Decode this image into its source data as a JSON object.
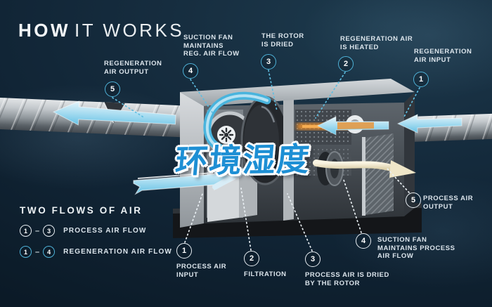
{
  "title": {
    "word_bold": "HOW",
    "word_light": "IT WORKS"
  },
  "overlay_text": "环境湿度",
  "legend": {
    "heading": "TWO FLOWS OF AIR",
    "rows": [
      {
        "start": "1",
        "end": "3",
        "label": "PROCESS AIR FLOW"
      },
      {
        "start": "1",
        "end": "4",
        "label": "REGENERATION AIR FLOW"
      }
    ]
  },
  "callouts": {
    "reg_output": {
      "num": "5",
      "label": "REGENERATION\nAIR OUTPUT"
    },
    "reg_fan": {
      "num": "4",
      "label": "SUCTION FAN\nMAINTAINS\nREG. AIR FLOW"
    },
    "rotor_dried": {
      "num": "3",
      "label": "THE ROTOR\nIS DRIED"
    },
    "reg_heated": {
      "num": "2",
      "label": "REGENERATION AIR\nIS HEATED"
    },
    "reg_input": {
      "num": "1",
      "label": "REGENERATION\nAIR INPUT"
    },
    "proc_input": {
      "num": "1",
      "label": "PROCESS AIR\nINPUT"
    },
    "filtration": {
      "num": "2",
      "label": "FILTRATION"
    },
    "proc_dried": {
      "num": "3",
      "label": "PROCESS AIR IS DRIED\nBY THE ROTOR"
    },
    "proc_fan": {
      "num": "4",
      "label": "SUCTION FAN\nMAINTAINS PROCESS\nAIR FLOW"
    },
    "proc_output": {
      "num": "5",
      "label": "PROCESS AIR\nOUTPUT"
    }
  },
  "colors": {
    "background": "#13293a",
    "accent_blue": "#4fb3d9",
    "overlay_blue": "#1d8fd4",
    "heater_orange": "#e08a2e",
    "label_text": "#dce5ec",
    "arrow_blue": "#7ccce9",
    "arrow_cream": "#efe6c8"
  }
}
